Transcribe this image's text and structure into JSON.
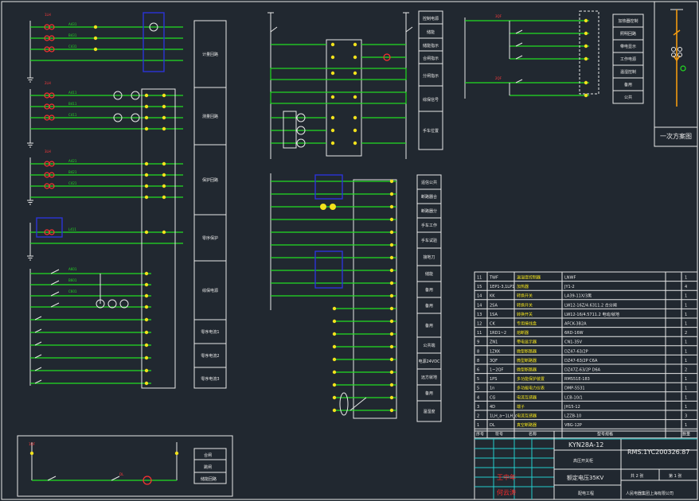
{
  "panel_labels_left": [
    "计量回路",
    "测量回路",
    "保护回路",
    "零序保护",
    "综保电源",
    "零序电流1",
    "零序电流2",
    "零序电流3"
  ],
  "panel_labels_bottom_left": [
    "合闸",
    "跳闸",
    "储能回路"
  ],
  "panel_labels_mid_top": [
    "控制电源",
    "储能",
    "储能指示",
    "合闸指示",
    "分闸指示",
    "综保信号",
    "手车位置"
  ],
  "panel_labels_mid": [
    "遥信公共",
    "断路器合",
    "断路器分",
    "手车工作",
    "手车试验",
    "接地刀",
    "储能",
    "备用",
    "备用",
    "备用",
    "公共端",
    "电源24VDC",
    "远方就地",
    "备用",
    "温湿度"
  ],
  "panel_labels_right": [
    "加热器控制",
    "照明回路",
    "带电显示",
    "工作电源",
    "温湿控制",
    "备用",
    "公共"
  ],
  "single_line_title": "一次方案图",
  "parts_table": [
    {
      "no": "11",
      "code": "TWF",
      "name": "温湿度控制器",
      "model": "LNWF",
      "qty": "1"
    },
    {
      "no": "15",
      "code": "1EP1-3,1LP1",
      "name": "加热器",
      "model": "JY1-2",
      "qty": "4"
    },
    {
      "no": "14",
      "code": "KK",
      "name": "转换开关",
      "model": "LA39-11X/3黑",
      "qty": "1"
    },
    {
      "no": "14",
      "code": "2SA",
      "name": "转换开关",
      "model": "LW12-16Z/4.6311.2 合分闸",
      "qty": "1"
    },
    {
      "no": "13",
      "code": "1SA",
      "name": "转换开关",
      "model": "LW12-16/4.5711.2 电动/就地",
      "qty": "1"
    },
    {
      "no": "12",
      "code": "CK",
      "name": "专用接线盒",
      "model": "AFCK-3B2A",
      "qty": "1"
    },
    {
      "no": "11",
      "code": "1RD1~2",
      "name": "熔断器",
      "model": "6RD-16W",
      "qty": "2"
    },
    {
      "no": "9",
      "code": "ZN1",
      "name": "带电显示器",
      "model": "CN1-35V",
      "qty": "1"
    },
    {
      "no": "8",
      "code": "1ZKK",
      "name": "微型断路器",
      "model": "DZ47-63/2P",
      "qty": "1"
    },
    {
      "no": "8",
      "code": "3QF",
      "name": "微型断路器",
      "model": "DZ47-63/2P C6A",
      "qty": "1"
    },
    {
      "no": "6",
      "code": "1~2QF",
      "name": "微型断路器",
      "model": "DZ47Z-63/2P D6A",
      "qty": "2"
    },
    {
      "no": "5",
      "code": "1PS",
      "name": "多功能保护装置",
      "model": "RMS51E-183",
      "qty": "1"
    },
    {
      "no": "5",
      "code": "1n",
      "name": "多功能电力仪表",
      "model": "DMP-5531",
      "qty": "1"
    },
    {
      "no": "4",
      "code": "CG",
      "name": "电流互感器",
      "model": "LCB-10/1",
      "qty": "1"
    },
    {
      "no": "3",
      "code": "4D",
      "name": "端子",
      "model": "JH15-12",
      "qty": "1"
    },
    {
      "no": "2",
      "code": "1LH_a~1LH_c",
      "name": "电流互感器",
      "model": "LZZB-10",
      "qty": "3"
    },
    {
      "no": "1",
      "code": "DL",
      "name": "真空断路器",
      "model": "VBG-12P",
      "qty": "1"
    }
  ],
  "table_header": {
    "no": "序号",
    "code": "符号",
    "name": "名称",
    "model": "型号规格",
    "qty": "数量"
  },
  "title_block": {
    "cabinet": "KYN28A-12",
    "cabinet_desc": "高压开关柜",
    "drawing_no": "RMS.1YC200326.87",
    "voltage": "额定电压35KV",
    "project": "配电工程",
    "company": "人民电器集团上海有限公司",
    "sheet_total": "共 2 张",
    "sheet_no": "第 1 张",
    "stamp_1": "王中年",
    "stamp_2": "何云涛"
  }
}
